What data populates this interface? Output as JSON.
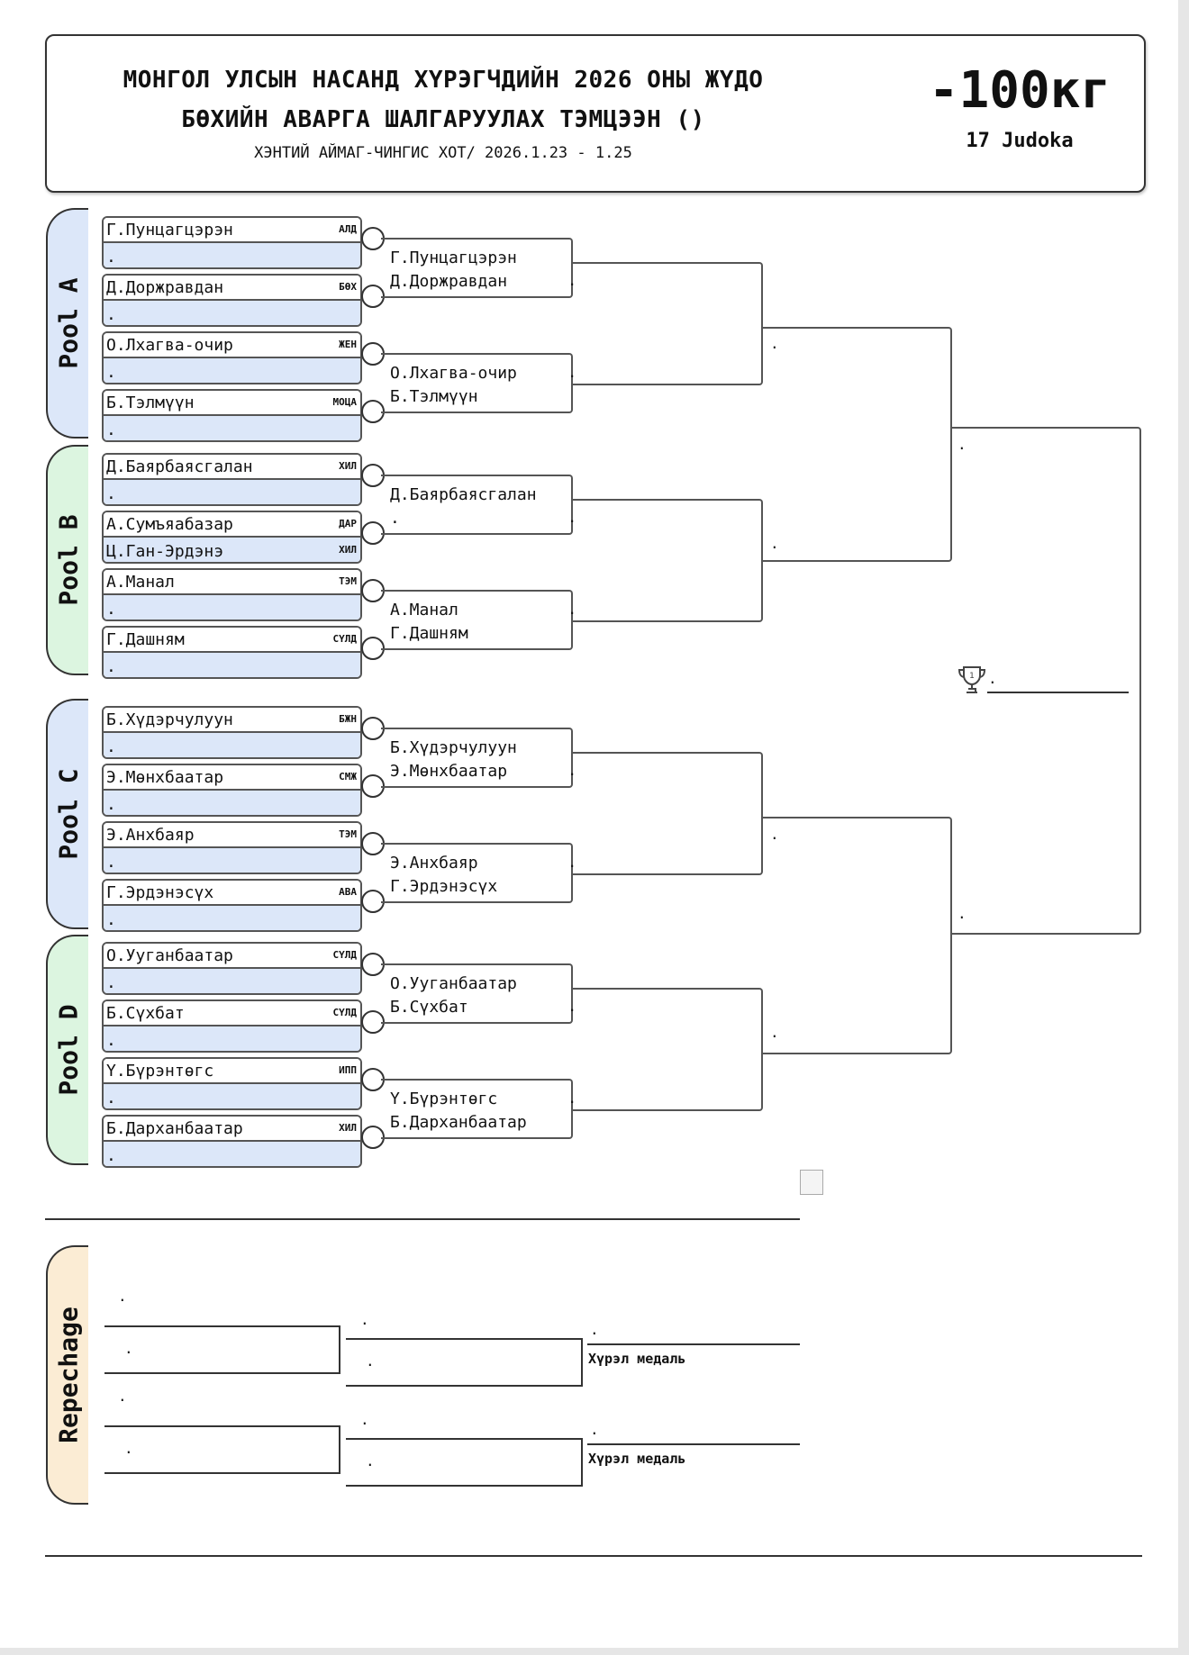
{
  "header": {
    "title_line1": "МОНГОЛ УЛСЫН НАСАНД ХҮРЭГЧДИЙН 2026 ОНЫ ЖҮДО",
    "title_line2": "БӨХИЙН АВАРГА ШАЛГАРУУЛАХ ТЭМЦЭЭН ()",
    "subtitle": "ХЭНТИЙ АЙМАГ-ЧИНГИС ХОТ/ 2026.1.23 - 1.25",
    "weight": "-100кг",
    "count": "17 Judoka"
  },
  "pools": {
    "a": "Pool A",
    "b": "Pool B",
    "c": "Pool C",
    "d": "Pool D",
    "repechage": "Repechage"
  },
  "slots": [
    {
      "name": "Г.Пунцагцэрэн",
      "club": "АЛД",
      "second": "."
    },
    {
      "name": "Д.Доржравдан",
      "club": "БӨХ",
      "second": "."
    },
    {
      "name": "О.Лхагва-очир",
      "club": "ЖЕН",
      "second": "."
    },
    {
      "name": "Б.Тэлмүүн",
      "club": "МОЦА",
      "second": "."
    },
    {
      "name": "Д.Баярбаясгалан",
      "club": "ХИЛ",
      "second": "."
    },
    {
      "name": "А.Сумъяабазар",
      "club": "ДАР",
      "second": "Ц.Ган-Эрдэнэ",
      "club2": "ХИЛ"
    },
    {
      "name": "А.Манал",
      "club": "ТЭМ",
      "second": "."
    },
    {
      "name": "Г.Дашням",
      "club": "СҮЛД",
      "second": "."
    },
    {
      "name": "Б.Хүдэрчулуун",
      "club": "БЖН",
      "second": "."
    },
    {
      "name": "Э.Мөнхбаатар",
      "club": "СМЖ",
      "second": "."
    },
    {
      "name": "Э.Анхбаяр",
      "club": "ТЭМ",
      "second": "."
    },
    {
      "name": "Г.Эрдэнэсүх",
      "club": "АВА",
      "second": "."
    },
    {
      "name": "О.Ууганбаатар",
      "club": "СҮЛД",
      "second": "."
    },
    {
      "name": "Б.Сүхбат",
      "club": "СҮЛД",
      "second": "."
    },
    {
      "name": "Ү.Бүрэнтөгс",
      "club": "ИПП",
      "second": "."
    },
    {
      "name": "Б.Дарханбаатар",
      "club": "ХИЛ",
      "second": "."
    }
  ],
  "round2": [
    {
      "top": "Г.Пунцагцэрэн",
      "bottom": "Д.Доржравдан",
      "winner": "."
    },
    {
      "top": "О.Лхагва-очир",
      "bottom": "Б.Тэлмүүн",
      "winner": "."
    },
    {
      "top": "Д.Баярбаясгалан",
      "bottom": ".",
      "winner": "."
    },
    {
      "top": "А.Манал",
      "bottom": "Г.Дашням",
      "winner": "."
    },
    {
      "top": "Б.Хүдэрчулуун",
      "bottom": "Э.Мөнхбаатар",
      "winner": "."
    },
    {
      "top": "Э.Анхбаяр",
      "bottom": "Г.Эрдэнэсүх",
      "winner": "."
    },
    {
      "top": "О.Ууганбаатар",
      "bottom": "Б.Сүхбат",
      "winner": "."
    },
    {
      "top": "Ү.Бүрэнтөгс",
      "bottom": "Б.Дарханбаатар",
      "winner": "."
    }
  ],
  "round3_winners": [
    ".",
    ".",
    ".",
    "."
  ],
  "semi_winners": [
    ".",
    "."
  ],
  "champion": ".",
  "repechage": {
    "blocks": [
      {
        "entrant1": ".",
        "entrant2": ".",
        "winner_top": ".",
        "winner_bottom": ".",
        "final": ".",
        "medal_label": "Хүрэл медаль"
      },
      {
        "entrant1": ".",
        "entrant2": ".",
        "winner_top": ".",
        "winner_bottom": ".",
        "final": ".",
        "medal_label": "Хүрэл медаль"
      }
    ]
  }
}
